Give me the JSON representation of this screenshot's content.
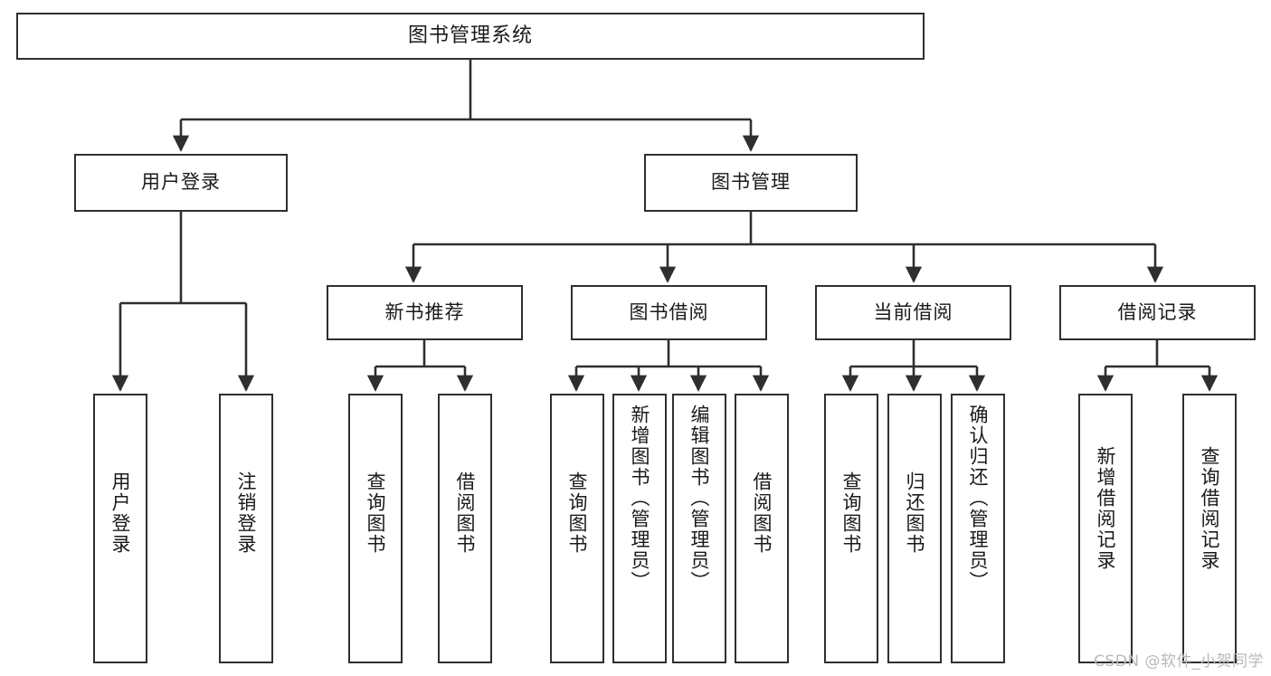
{
  "diagram": {
    "title": "图书管理系统",
    "root": {
      "label": "图书管理系统"
    },
    "level2": [
      {
        "label": "用户登录"
      },
      {
        "label": "图书管理"
      }
    ],
    "level3": [
      {
        "label": "新书推荐"
      },
      {
        "label": "图书借阅"
      },
      {
        "label": "当前借阅"
      },
      {
        "label": "借阅记录"
      }
    ],
    "leaves": [
      {
        "label": "用户登录"
      },
      {
        "label": "注销登录"
      },
      {
        "label": "查询图书"
      },
      {
        "label": "借阅图书"
      },
      {
        "label": "查询图书"
      },
      {
        "label": "新增图书（管理员）"
      },
      {
        "label": "编辑图书（管理员）"
      },
      {
        "label": "借阅图书"
      },
      {
        "label": "查询图书"
      },
      {
        "label": "归还图书"
      },
      {
        "label": "确认归还（管理员）"
      },
      {
        "label": "新增借阅记录"
      },
      {
        "label": "查询借阅记录"
      }
    ],
    "watermark": "CSDN @软件_小贺同学",
    "colors": {
      "stroke": "#2f2f2f",
      "background": "#ffffff",
      "text": "#1a1a1a",
      "watermark": "#b9b9b9"
    }
  }
}
